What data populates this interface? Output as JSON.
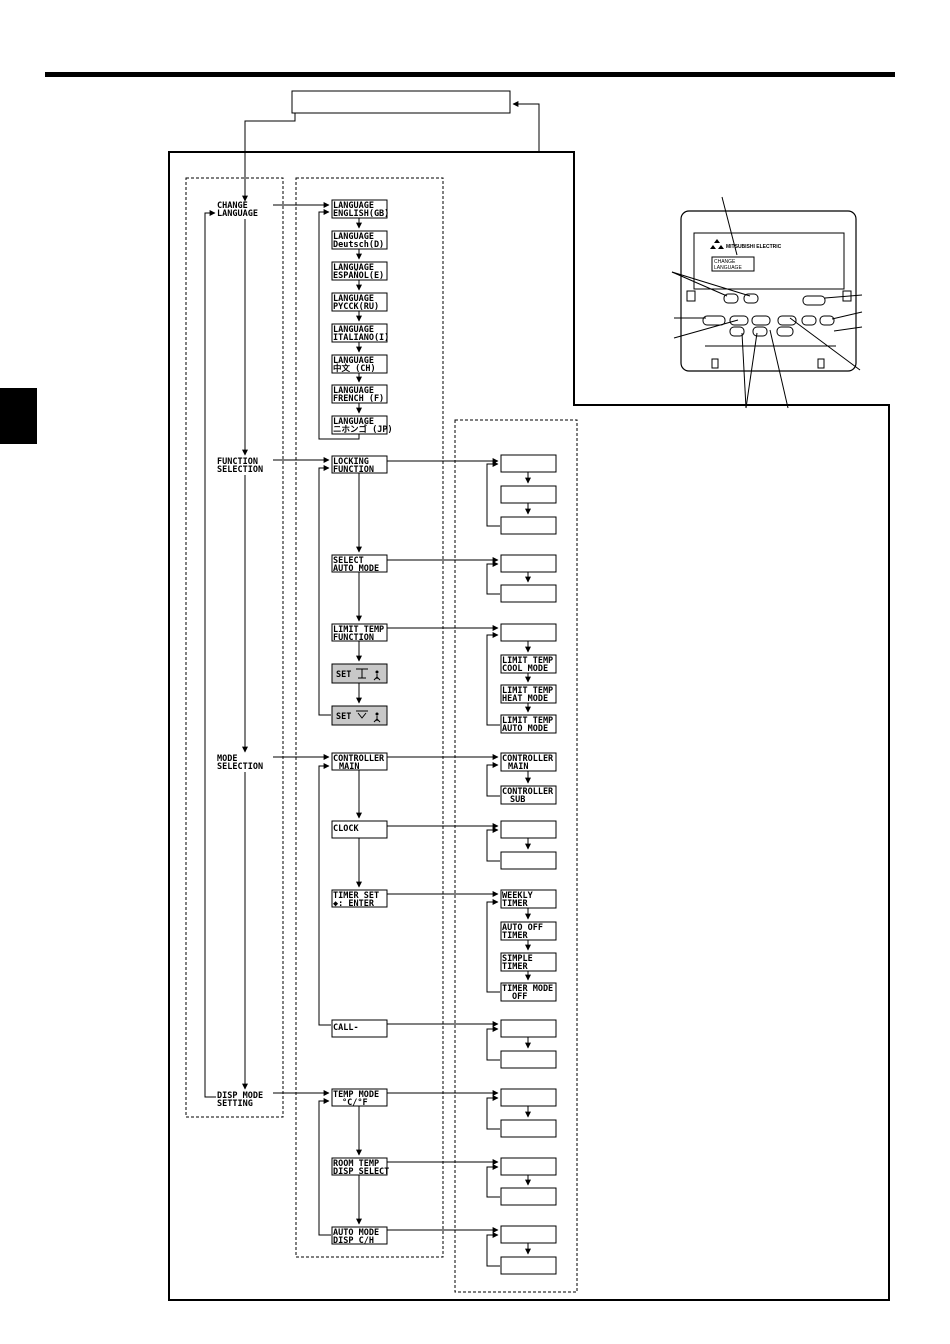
{
  "categories": {
    "change_language": [
      "CHANGE",
      "LANGUAGE"
    ],
    "function_selection": [
      "FUNCTION",
      "SELECTION"
    ],
    "mode_selection": [
      "MODE",
      "SELECTION"
    ],
    "disp_mode_setting": [
      "DISP MODE",
      "SETTING"
    ]
  },
  "languages": [
    [
      "LANGUAGE",
      "ENGLISH(GB)"
    ],
    [
      "LANGUAGE",
      "Deutsch(D)"
    ],
    [
      "LANGUAGE",
      "ESPAÑOL(E)"
    ],
    [
      "LANGUAGE",
      "PYCCK(RU)"
    ],
    [
      "LANGUAGE",
      "ITALIANO(I)"
    ],
    [
      "LANGUAGE",
      "中文  (CH)"
    ],
    [
      "LANGUAGE",
      "FRENCH (F)"
    ],
    [
      "LANGUAGE",
      "ニホンゴ (JP)"
    ]
  ],
  "functions": {
    "locking": [
      "LOCKING",
      "FUNCTION"
    ],
    "select_auto": [
      "SELECT",
      "AUTO MODE"
    ],
    "limit_temp": [
      "LIMIT TEMP",
      "FUNCTION"
    ],
    "set_cool": "SET",
    "set_heat": "SET"
  },
  "limit_modes": [
    [
      "LIMIT TEMP",
      "COOL MODE"
    ],
    [
      "LIMIT TEMP",
      "HEAT MODE"
    ],
    [
      "LIMIT TEMP",
      "AUTO MODE"
    ]
  ],
  "modes": {
    "controller": [
      "CONTROLLER",
      "MAIN"
    ],
    "clock": [
      "CLOCK"
    ],
    "timer_set": [
      "TIMER SET",
      "◆: ENTER"
    ],
    "call": [
      "CALL-"
    ]
  },
  "controller_opts": [
    [
      "CONTROLLER",
      "MAIN"
    ],
    [
      "CONTROLLER",
      "SUB"
    ]
  ],
  "timer_opts": [
    [
      "WEEKLY",
      "TIMER"
    ],
    [
      "AUTO OFF",
      "TIMER"
    ],
    [
      "SIMPLE",
      "TIMER"
    ],
    [
      "TIMER MODE",
      "OFF"
    ]
  ],
  "disp_modes": {
    "temp_mode": [
      "TEMP MODE",
      "°C/°F"
    ],
    "room_temp": [
      "ROOM TEMP",
      "DISP SELECT"
    ],
    "auto_mode": [
      "AUTO MODE",
      "DISP C/H"
    ]
  },
  "remote": {
    "brand": "MITSUBISHI ELECTRIC",
    "screen": [
      "CHANGE",
      "LANGUAGE"
    ]
  }
}
